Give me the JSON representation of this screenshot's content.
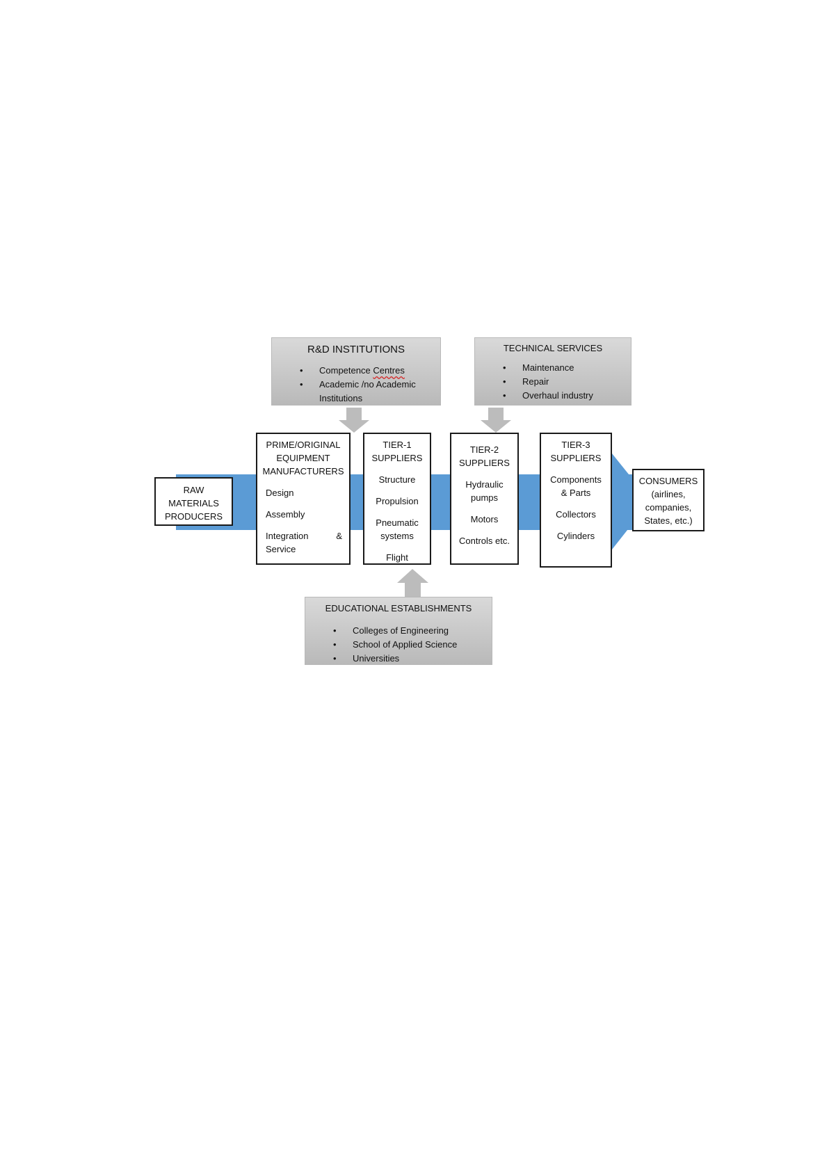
{
  "colors": {
    "flow": "#5b9bd5",
    "panel": "#c8c8c8",
    "arrow": "#bcbcbc",
    "border": "#1a1a1a"
  },
  "rd": {
    "title": "R&D INSTITUTIONS",
    "items": [
      "Competence Centres",
      "Academic /no Academic",
      "Institutions"
    ]
  },
  "tech": {
    "title": "TECHNICAL SERVICES",
    "items": [
      "Maintenance",
      "Repair",
      "Overhaul industry"
    ]
  },
  "edu": {
    "title": "EDUCATIONAL ESTABLISHMENTS",
    "items": [
      "Colleges of Engineering",
      "School of Applied Science",
      "Universities"
    ]
  },
  "raw": {
    "lines": [
      "RAW",
      "MATERIALS",
      "PRODUCERS"
    ]
  },
  "prime": {
    "title": [
      "PRIME/ORIGINAL",
      "EQUIPMENT",
      "MANUFACTURERS"
    ],
    "items": [
      "Design",
      "Assembly",
      "Integration",
      "&",
      "Service"
    ]
  },
  "tier1": {
    "title": [
      "TIER-1",
      "SUPPLIERS"
    ],
    "items": [
      "Structure",
      "Propulsion",
      "Pneumatic",
      "systems",
      "Flight"
    ]
  },
  "tier2": {
    "title": [
      "TIER-2",
      "SUPPLIERS"
    ],
    "items": [
      "Hydraulic",
      "pumps",
      "Motors",
      "Controls etc."
    ]
  },
  "tier3": {
    "title": [
      "TIER-3",
      "SUPPLIERS"
    ],
    "items": [
      "Components",
      "& Parts",
      "Collectors",
      "Cylinders"
    ]
  },
  "consumers": {
    "lines": [
      "CONSUMERS",
      "(airlines,",
      "companies,",
      "States, etc.)"
    ]
  }
}
